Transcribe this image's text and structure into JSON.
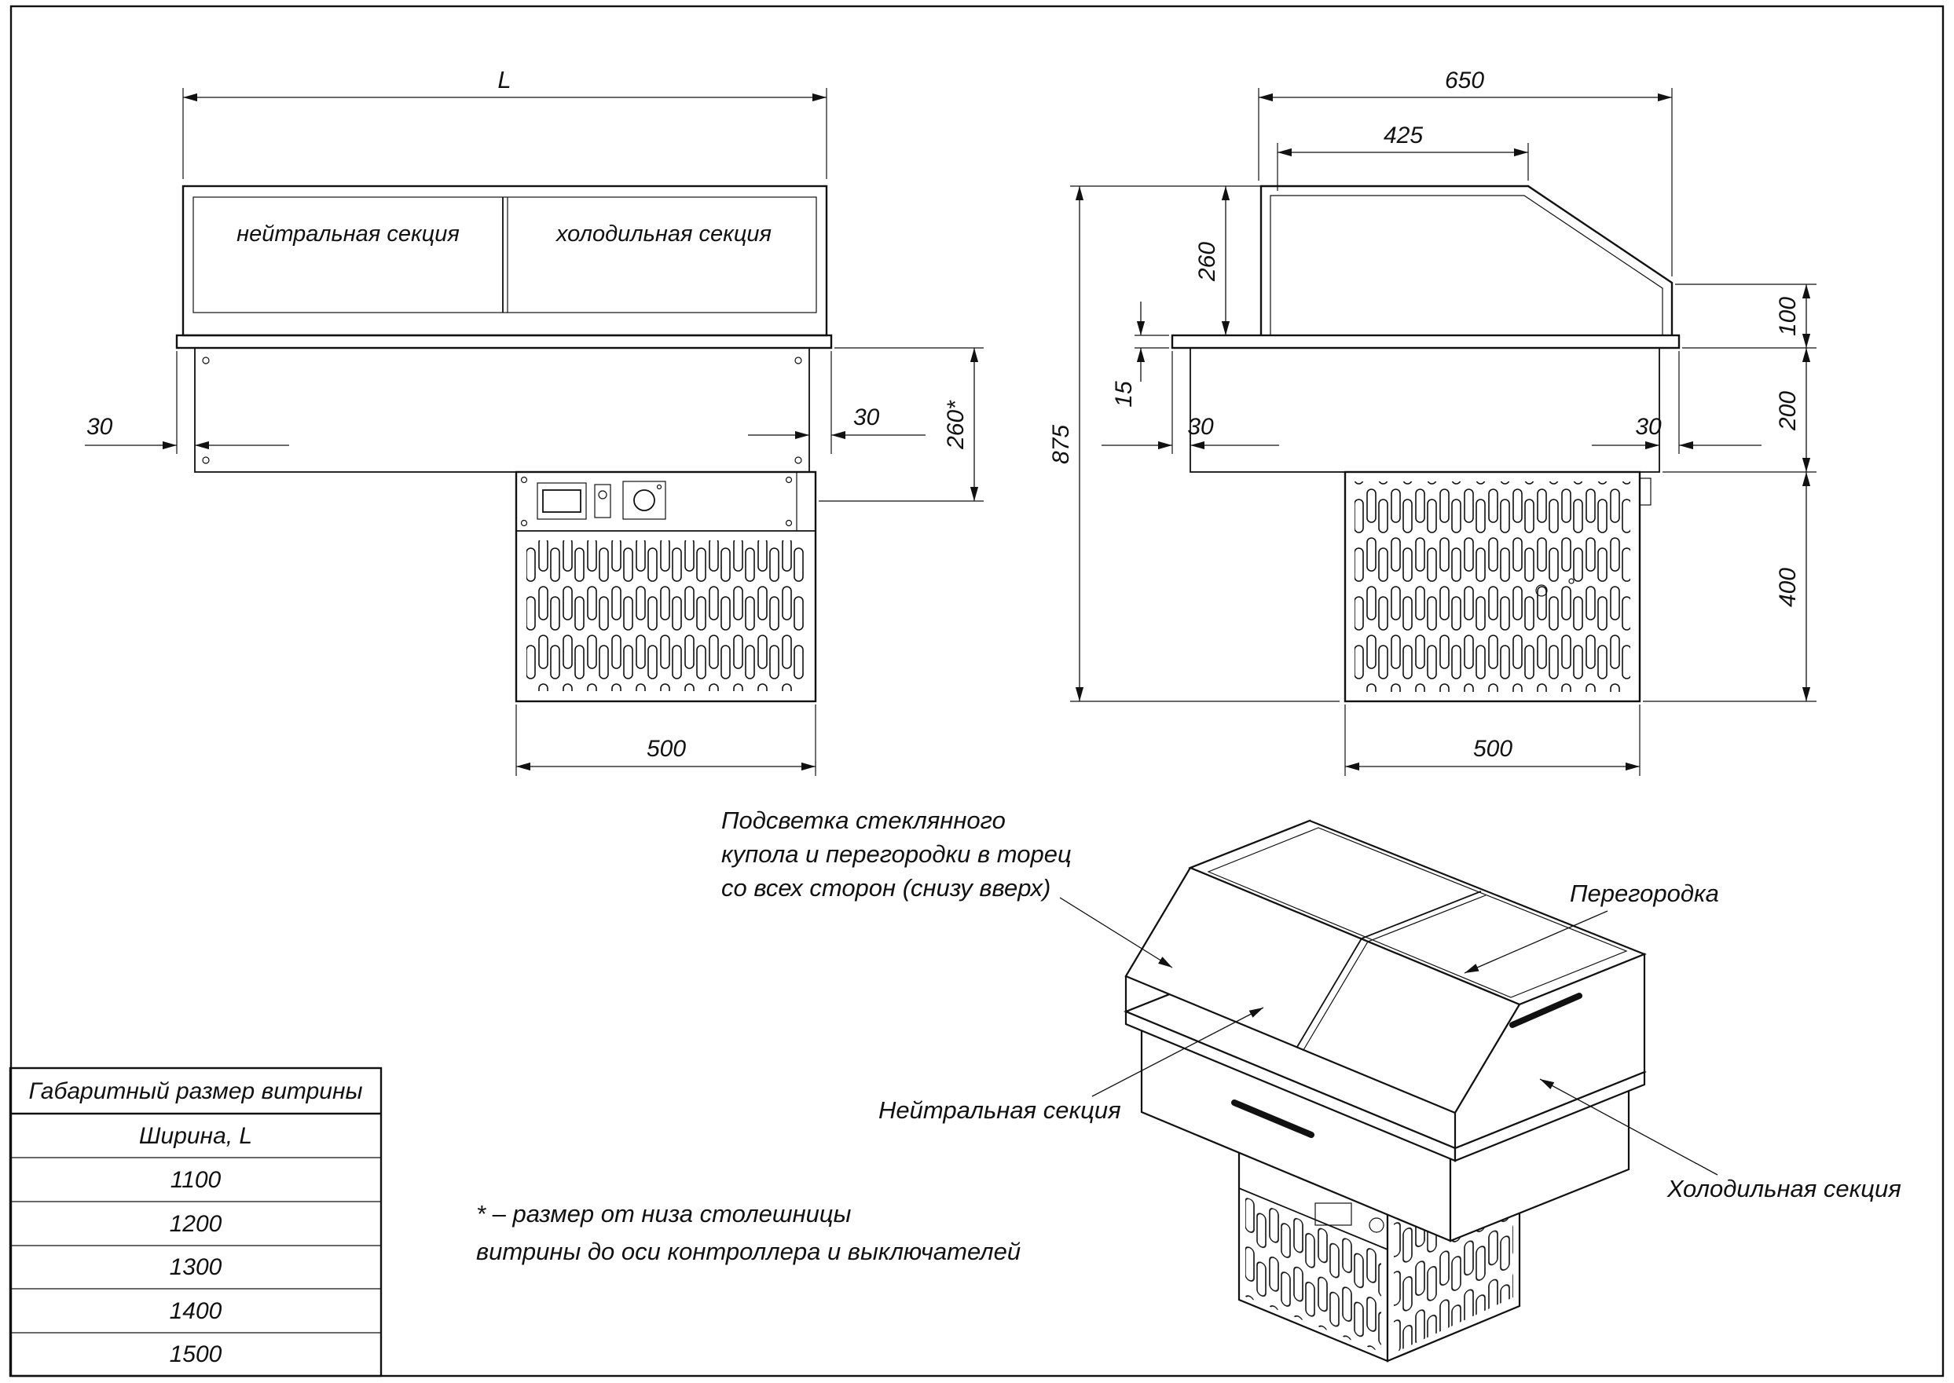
{
  "front_view": {
    "label_neutral": "нейтральная секция",
    "label_cold": "холодильная секция",
    "dim_length": "L",
    "dim_overhang_left": "30",
    "dim_overhang_right": "30",
    "dim_controller": "260*",
    "dim_condenser_width": "500"
  },
  "side_view": {
    "dim_depth": "650",
    "dim_top_flat": "425",
    "dim_dome_height": "260",
    "dim_total_height": "875",
    "dim_counter_thickness": "15",
    "dim_overhang_left": "30",
    "dim_overhang_right": "30",
    "dim_front_glass": "100",
    "dim_body_height": "200",
    "dim_condenser_height": "400",
    "dim_condenser_depth": "500"
  },
  "iso_view": {
    "callout_light": [
      "Подсветка стеклянного",
      "купола и перегородки в торец",
      "со всех сторон (снизу вверх)"
    ],
    "callout_partition": "Перегородка",
    "callout_neutral": "Нейтральная секция",
    "callout_cold": "Холодильная секция"
  },
  "size_table": {
    "title": "Габаритный размер витрины",
    "header": "Ширина, L",
    "rows": [
      "1100",
      "1200",
      "1300",
      "1400",
      "1500"
    ]
  },
  "footnote": [
    "* – размер от низа столешницы",
    "витрины до оси контроллера и выключателей"
  ],
  "colors": {
    "ink": "#111111",
    "paper": "#ffffff"
  }
}
